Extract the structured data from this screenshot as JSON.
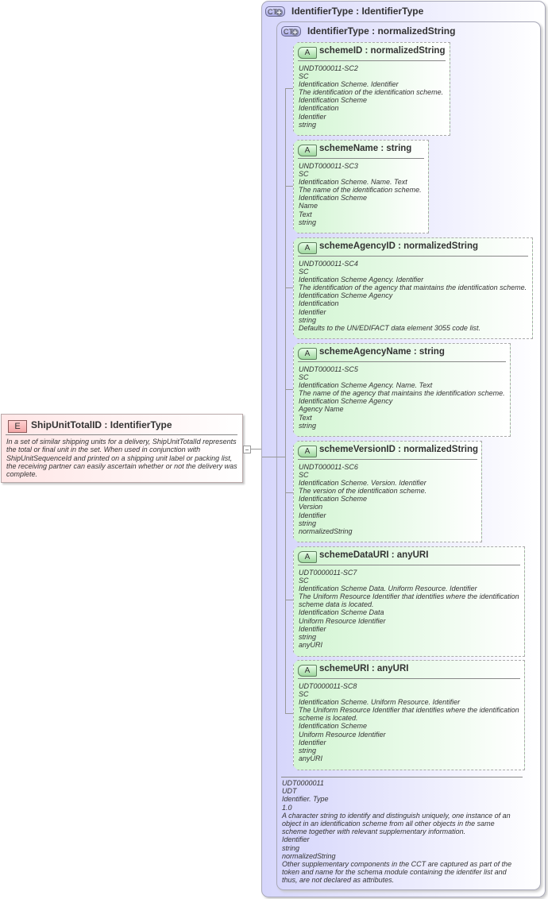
{
  "element": {
    "badge": "E",
    "title": "ShipUnitTotalID : IdentifierType",
    "documentation": [
      "In a set of similar shipping units for a delivery, ShipUnitTotalId represents",
      "the total or final unit in the set.  When used in conjunction with",
      "ShipUnitSequenceId and printed on a shipping unit label or packing list,",
      "the receiving partner can easily ascertain whether or not the delivery was",
      "complete."
    ]
  },
  "outer_complex_type": {
    "badge": "CT",
    "title": "IdentifierType : IdentifierType"
  },
  "inner_complex_type": {
    "badge": "CT",
    "title": "IdentifierType : normalizedString",
    "documentation": [
      "UDT0000011",
      "UDT",
      "Identifier. Type",
      "1.0",
      "A character string to identify and distinguish uniquely, one instance of an",
      "object in an identification scheme from all other objects in the same",
      "scheme together with relevant supplementary information.",
      "Identifier",
      "string",
      "normalizedString",
      "Other supplementary components in the CCT are captured as part of the",
      "token and name for the schema module containing the identifer list and",
      "thus, are not declared as attributes."
    ]
  },
  "attributes": [
    {
      "badge": "A",
      "title": "schemeID : normalizedString",
      "documentation": [
        "UNDT000011-SC2",
        "SC",
        "Identification Scheme. Identifier",
        "The identification of the identification scheme.",
        "Identification Scheme",
        "Identification",
        "Identifier",
        "string"
      ]
    },
    {
      "badge": "A",
      "title": "schemeName : string",
      "documentation": [
        "UNDT000011-SC3",
        "SC",
        "Identification Scheme. Name. Text",
        "The name of the identification scheme.",
        "Identification Scheme",
        "Name",
        "Text",
        "string"
      ]
    },
    {
      "badge": "A",
      "title": "schemeAgencyID : normalizedString",
      "documentation": [
        "UNDT000011-SC4",
        "SC",
        "Identification Scheme Agency. Identifier",
        "The identification of the agency that maintains the identification scheme.",
        "Identification Scheme Agency",
        "Identification",
        "Identifier",
        "string",
        "Defaults to the UN/EDIFACT data element 3055 code list."
      ]
    },
    {
      "badge": "A",
      "title": "schemeAgencyName : string",
      "documentation": [
        "UNDT000011-SC5",
        "SC",
        "Identification Scheme Agency. Name. Text",
        "The name of the agency that maintains the identification scheme.",
        "Identification Scheme Agency",
        "Agency Name",
        "Text",
        "string"
      ]
    },
    {
      "badge": "A",
      "title": "schemeVersionID : normalizedString",
      "documentation": [
        "UNDT000011-SC6",
        "SC",
        "Identification Scheme. Version. Identifier",
        "The version of the identification scheme.",
        "Identification Scheme",
        "Version",
        "Identifier",
        "string",
        "normalizedString"
      ]
    },
    {
      "badge": "A",
      "title": "schemeDataURI : anyURI",
      "documentation": [
        "UDT0000011-SC7",
        "SC",
        "Identification Scheme Data. Uniform Resource. Identifier",
        "The Uniform Resource Identifier that identifies where the identification",
        "scheme data is located.",
        "Identification Scheme Data",
        "Uniform Resource Identifier",
        "Identifier",
        "string",
        "anyURI"
      ]
    },
    {
      "badge": "A",
      "title": "schemeURI : anyURI",
      "documentation": [
        "UDT0000011-SC8",
        "SC",
        "Identification Scheme. Uniform Resource. Identifier",
        "The Uniform Resource Identifier that identifies where the identification",
        "scheme is located.",
        "Identification Scheme",
        "Uniform Resource Identifier",
        "Identifier",
        "string",
        "anyURI"
      ]
    }
  ],
  "colors": {
    "element_fill": "#ffe6e6",
    "complex_type_fill": "#d6d6fb",
    "attribute_fill": "#d2f5d2"
  }
}
